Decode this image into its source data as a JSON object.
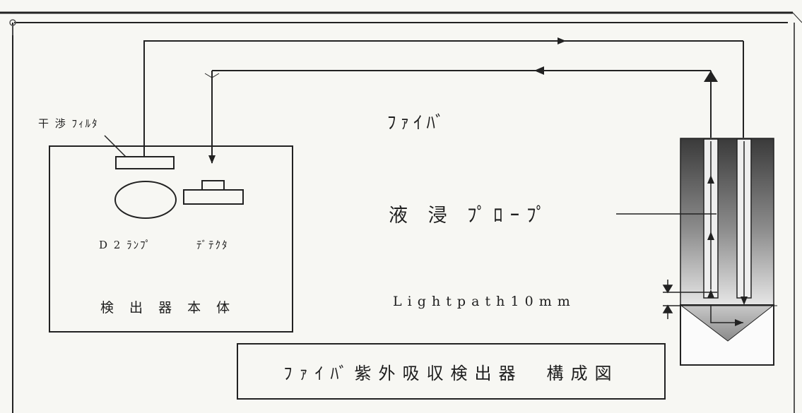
{
  "labels": {
    "interference_filter": "干 渉 ﾌｨﾙﾀ",
    "fiber": "ﾌｧｲﾊﾞ",
    "immersion_probe": "液 浸 ﾌﾟﾛｰﾌﾟ",
    "d2_lamp": "D 2 ﾗﾝﾌﾟ",
    "detector": "ﾃﾞﾃｸﾀ",
    "detector_body": "検 出 器 本 体",
    "light_path": "L i g h t  p a t h  1 0 m m",
    "title": "ﾌｧｲﾊﾞ紫外吸収検出器　構成図"
  },
  "colors": {
    "line": "#222222",
    "probe_dark": "#3a3a3a",
    "probe_light": "#e6e6e6"
  }
}
